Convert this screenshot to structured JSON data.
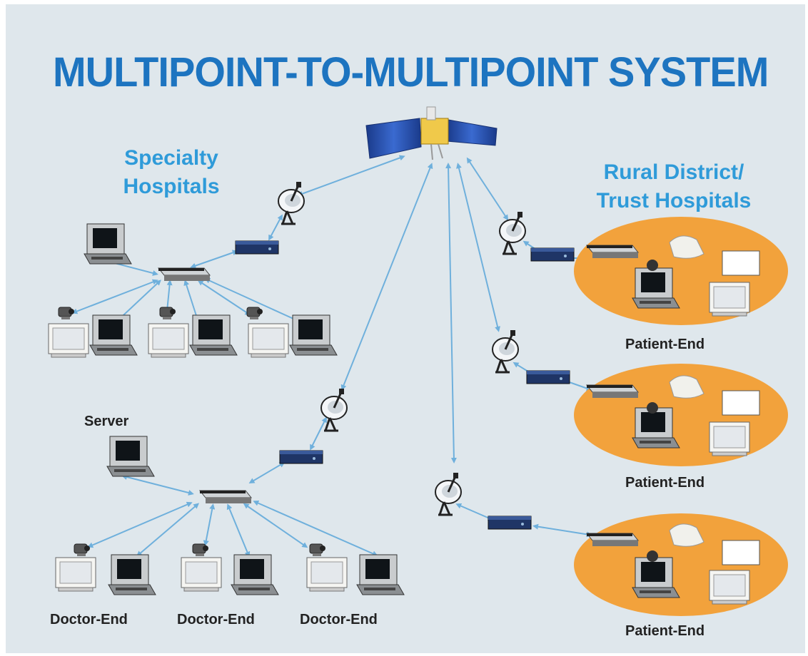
{
  "title": "MULTIPOINT-TO-MULTIPOINT SYSTEM",
  "groups": {
    "specialty": "Specialty\nHospitals",
    "rural": "Rural District/\nTrust Hospitals"
  },
  "labels": {
    "server": "Server",
    "doctor_end": "Doctor-End",
    "patient_end": "Patient-End"
  },
  "icons": [
    "satellite-icon",
    "dish-antenna-icon",
    "modem-icon",
    "network-switch-icon",
    "computer-icon",
    "monitor-icon",
    "webcam-icon",
    "scanner-icon",
    "document-icon"
  ],
  "colors": {
    "background": "#dfe7ec",
    "title": "#1d74c0",
    "group_label": "#2f9bd9",
    "link": "#6fb0dc",
    "patient_cluster": "#f2a23c"
  }
}
